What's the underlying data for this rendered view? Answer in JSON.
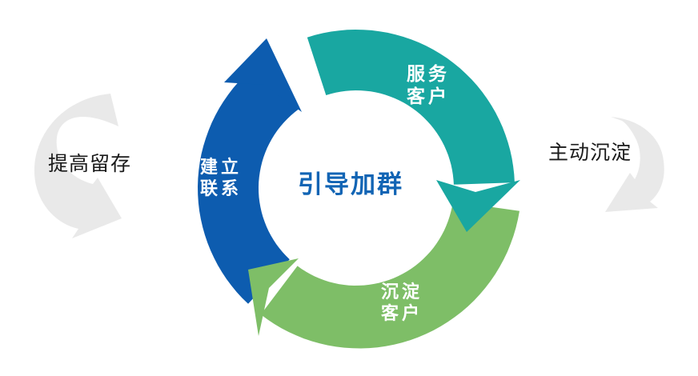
{
  "diagram": {
    "center_label": "引导加群",
    "segments": [
      {
        "name": "build-contact",
        "line1": "建立",
        "line2": "联系",
        "color": "#0d5caf"
      },
      {
        "name": "serve-customers",
        "line1": "服务",
        "line2": "客户",
        "color": "#19a7a1"
      },
      {
        "name": "settle-customers",
        "line1": "沉淀",
        "line2": "客户",
        "color": "#7ebe67"
      }
    ],
    "side_notes": {
      "left": "提高留存",
      "right": "主动沉淀"
    },
    "colors": {
      "center_text": "#1164b4",
      "segment_label_text": "#ffffff",
      "side_arrow": "#e9e9e9",
      "side_text": "#1a1a1a",
      "background": "#ffffff"
    }
  }
}
